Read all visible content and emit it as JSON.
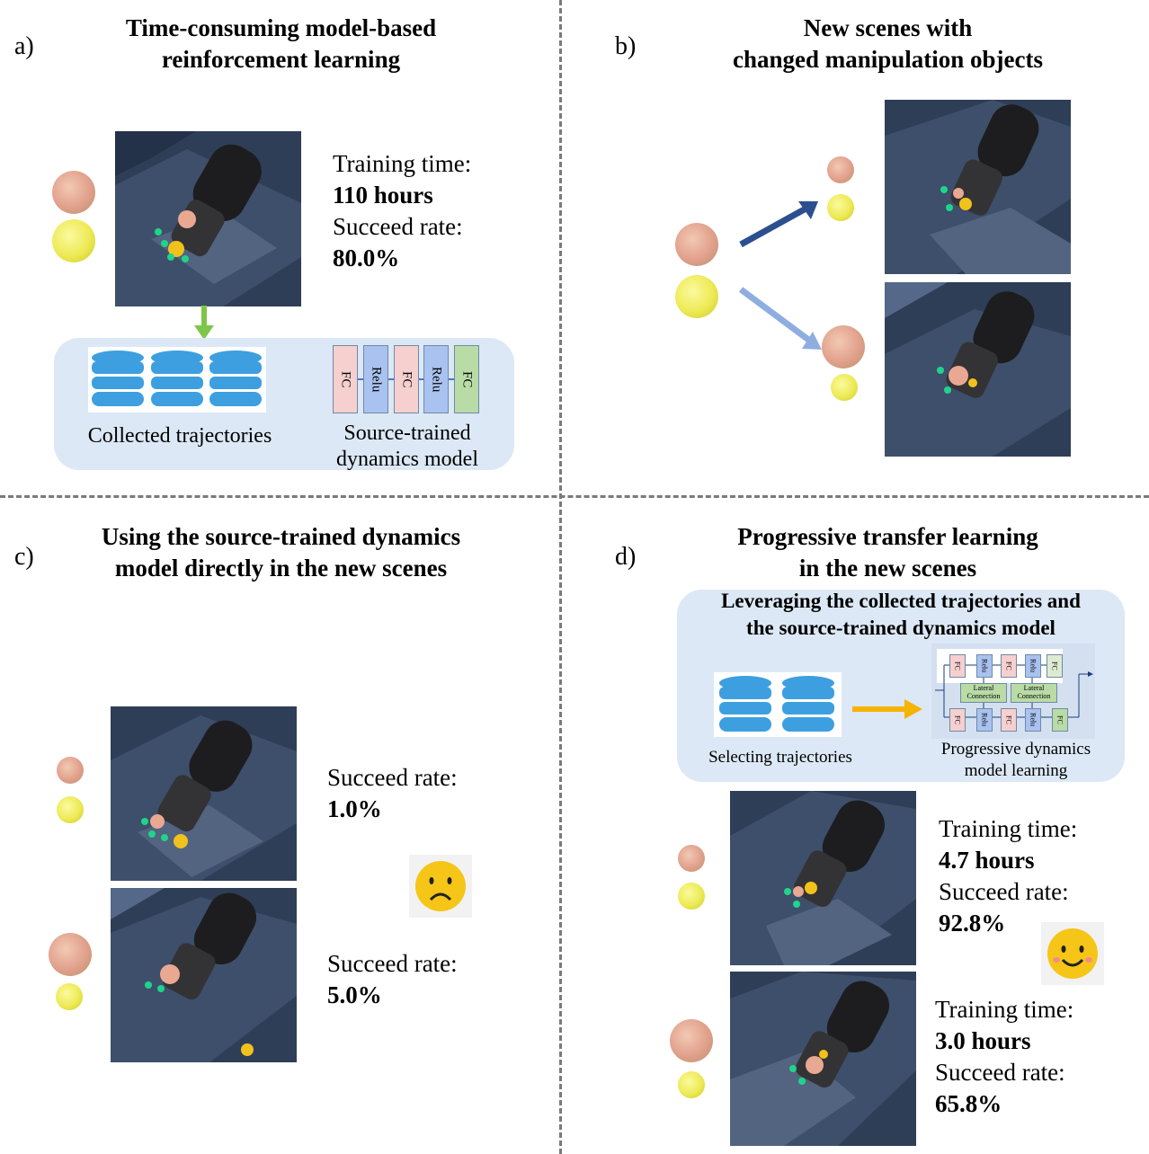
{
  "panels": {
    "a": {
      "letter": "a)",
      "title_line1": "Time-consuming model-based",
      "title_line2": "reinforcement learning",
      "training_time_label": "Training time:",
      "training_time_value": "110 hours",
      "succeed_rate_label": "Succeed rate:",
      "succeed_rate_value": "80.0%",
      "collected_label": "Collected trajectories",
      "model_label_line1": "Source-trained",
      "model_label_line2": "dynamics model",
      "layers": [
        "FC",
        "Relu",
        "FC",
        "Relu",
        "FC"
      ]
    },
    "b": {
      "letter": "b)",
      "title_line1": "New scenes with",
      "title_line2": "changed manipulation objects"
    },
    "c": {
      "letter": "c)",
      "title_line1": "Using the source-trained dynamics",
      "title_line2": "model directly in the new scenes",
      "scene1_rate_label": "Succeed rate:",
      "scene1_rate_value": "1.0%",
      "scene2_rate_label": "Succeed rate:",
      "scene2_rate_value": "5.0%",
      "emoji": "sad-face"
    },
    "d": {
      "letter": "d)",
      "title_line1": "Progressive transfer learning",
      "title_line2": "in the new scenes",
      "box_title_line1": "Leveraging the collected trajectories and",
      "box_title_line2": "the source-trained dynamics model",
      "selecting_label": "Selecting trajectories",
      "progressive_label_line1": "Progressive dynamics",
      "progressive_label_line2": "model learning",
      "lateral_label_line1": "Lateral",
      "lateral_label_line2": "Connection",
      "top_layers": [
        "FC",
        "Relu",
        "FC",
        "Relu",
        "FC"
      ],
      "bottom_layers": [
        "FC",
        "Relu",
        "FC",
        "Relu",
        "FC"
      ],
      "scene1_time_label": "Training time:",
      "scene1_time_value": "4.7 hours",
      "scene1_rate_label": "Succeed rate:",
      "scene1_rate_value": "92.8%",
      "scene2_time_label": "Training time:",
      "scene2_time_value": "3.0 hours",
      "scene2_rate_label": "Succeed rate:",
      "scene2_rate_value": "65.8%",
      "emoji": "smile-face"
    }
  },
  "colors": {
    "fc_block": "#f6cfcf",
    "relu_block": "#a9c2ef",
    "fc_last_block": "#b9dba6",
    "database": "#3d9fe0",
    "box_bg": "#dce8f5",
    "arrow_green": "#7ec64a",
    "arrow_dark_blue": "#2c4f8f",
    "arrow_light_blue": "#8eaee0",
    "arrow_orange": "#f5b400",
    "emoji_face": "#f5c518"
  }
}
